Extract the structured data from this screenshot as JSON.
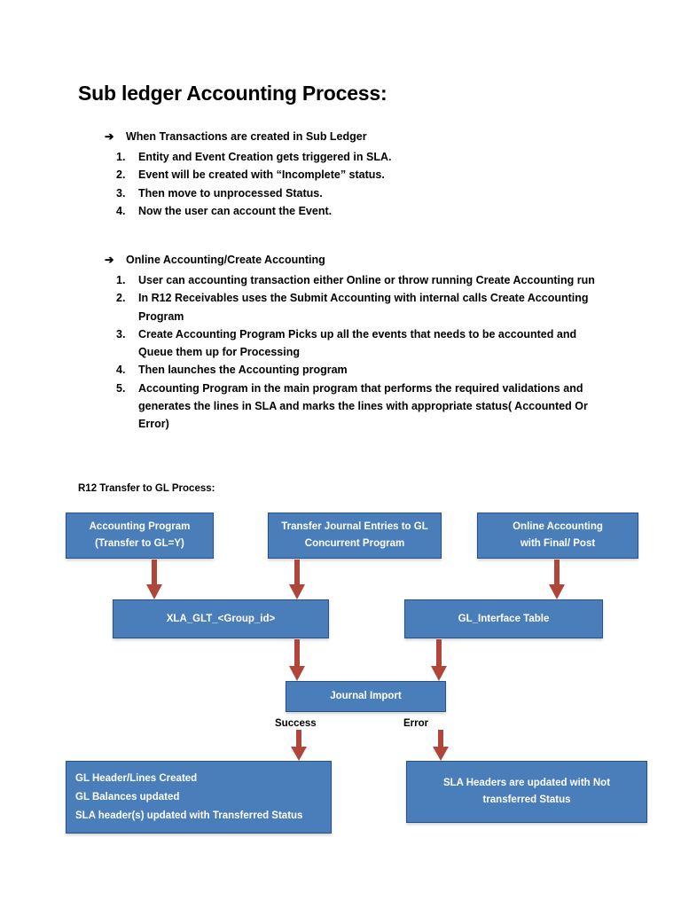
{
  "document": {
    "title": "Sub ledger Accounting Process:",
    "sections": [
      {
        "heading": "When Transactions are created in Sub Ledger",
        "arrow_glyph": "➔",
        "items": [
          {
            "num": "1.",
            "text": "Entity and Event Creation gets triggered in SLA."
          },
          {
            "num": "2.",
            "text": "Event will be created with “Incomplete” status."
          },
          {
            "num": "3.",
            "text": "Then move to unprocessed Status."
          },
          {
            "num": "4.",
            "text": "Now the user can account the Event."
          }
        ]
      },
      {
        "heading": "Online Accounting/Create Accounting",
        "arrow_glyph": "➔",
        "items": [
          {
            "num": "1.",
            "text": "User can accounting transaction either Online or throw running  Create Accounting run"
          },
          {
            "num": "2.",
            "text": "In R12 Receivables uses the Submit Accounting with internal calls Create Accounting Program"
          },
          {
            "num": "3.",
            "text": "Create Accounting Program Picks up all the events that needs to be accounted and Queue them up for Processing"
          },
          {
            "num": "4.",
            "text": "Then launches the Accounting program"
          },
          {
            "num": "5.",
            "text": "Accounting Program in the main program that performs the required validations and generates the lines in SLA and marks the lines with appropriate status( Accounted Or Error)"
          }
        ]
      }
    ]
  },
  "flowchart": {
    "title": "R12 Transfer to GL Process:",
    "colors": {
      "node_fill": "#4a7ebb",
      "node_border": "#2b5180",
      "node_text": "#ffffff",
      "arrow": "#b0453a"
    },
    "nodes": {
      "accounting_program": {
        "line1": "Accounting Program",
        "line2": "(Transfer to GL=Y)"
      },
      "transfer_journal": {
        "line1": "Transfer Journal Entries to GL",
        "line2": "Concurrent Program"
      },
      "online_accounting": {
        "line1": "Online Accounting",
        "line2": "with Final/ Post"
      },
      "xla_glt": {
        "line1": "XLA_GLT_<Group_id>"
      },
      "gl_interface": {
        "line1": "GL_Interface Table"
      },
      "journal_import": {
        "line1": "Journal Import"
      },
      "gl_header_created": {
        "line1": "GL Header/Lines Created",
        "line2": "GL Balances updated",
        "line3": "SLA header(s) updated with Transferred Status"
      },
      "sla_not_transferred": {
        "line1": "SLA Headers are updated with Not",
        "line2": "transferred Status"
      }
    },
    "edge_labels": {
      "success": "Success",
      "error": "Error"
    }
  }
}
